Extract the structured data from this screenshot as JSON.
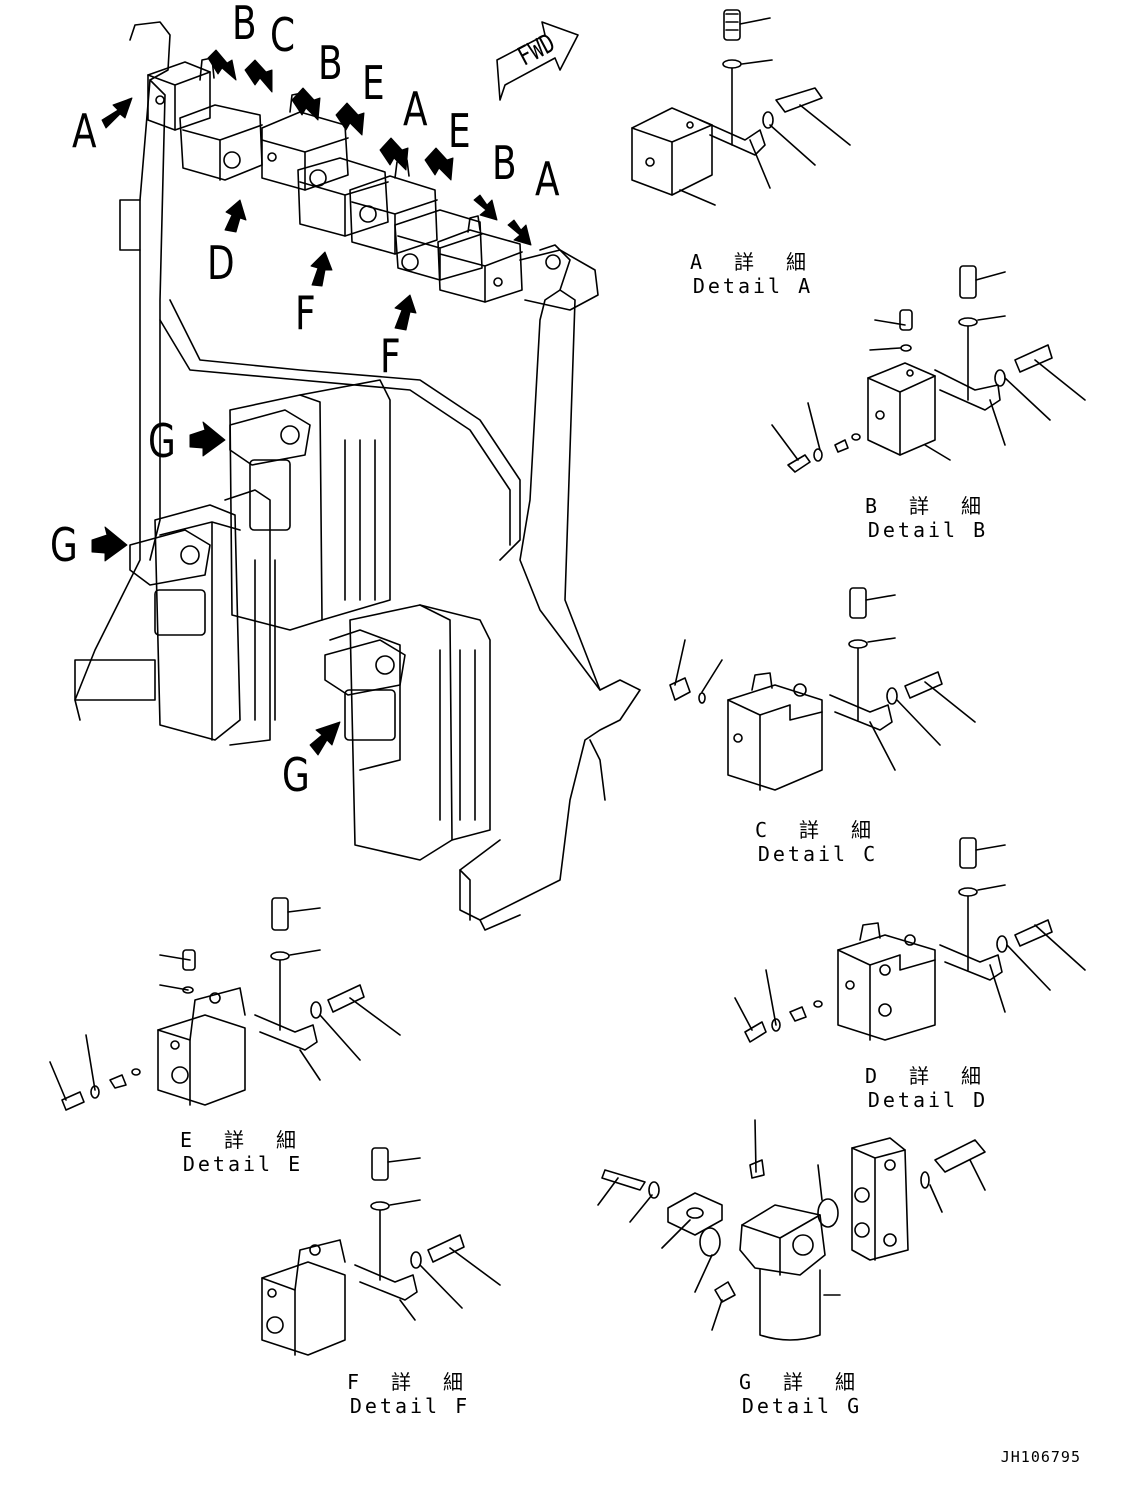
{
  "figure": {
    "fwd_label": "FWD",
    "drawing_code": "JH106795",
    "callouts": [
      "A",
      "B",
      "C",
      "B",
      "E",
      "A",
      "E",
      "B",
      "A",
      "D",
      "F",
      "F",
      "G",
      "G",
      "G"
    ],
    "details": [
      {
        "jp": "A 詳 細",
        "en": "Detail A"
      },
      {
        "jp": "B 詳 細",
        "en": "Detail B"
      },
      {
        "jp": "C 詳 細",
        "en": "Detail C"
      },
      {
        "jp": "D 詳 細",
        "en": "Detail D"
      },
      {
        "jp": "E 詳 細",
        "en": "Detail E"
      },
      {
        "jp": "F 詳 細",
        "en": "Detail F"
      },
      {
        "jp": "G 詳 細",
        "en": "Detail G"
      }
    ]
  },
  "colors": {
    "line": "#000000",
    "background": "#ffffff"
  }
}
